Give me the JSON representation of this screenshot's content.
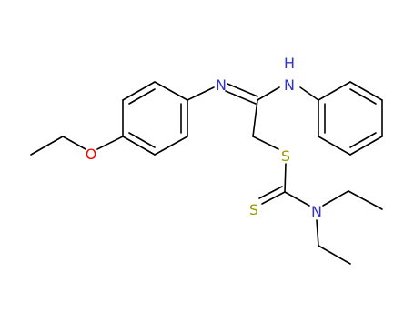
{
  "molecule": {
    "atom_labels": {
      "imine_n": "N",
      "amine_nh": "NH",
      "ether_o": "O",
      "thioether_s": "S",
      "thione_s": "S",
      "amide_n": "N"
    },
    "colors": {
      "bond": "#000000",
      "nitrogen": "#3333cc",
      "oxygen": "#ff0000",
      "sulfur": "#999900"
    }
  }
}
